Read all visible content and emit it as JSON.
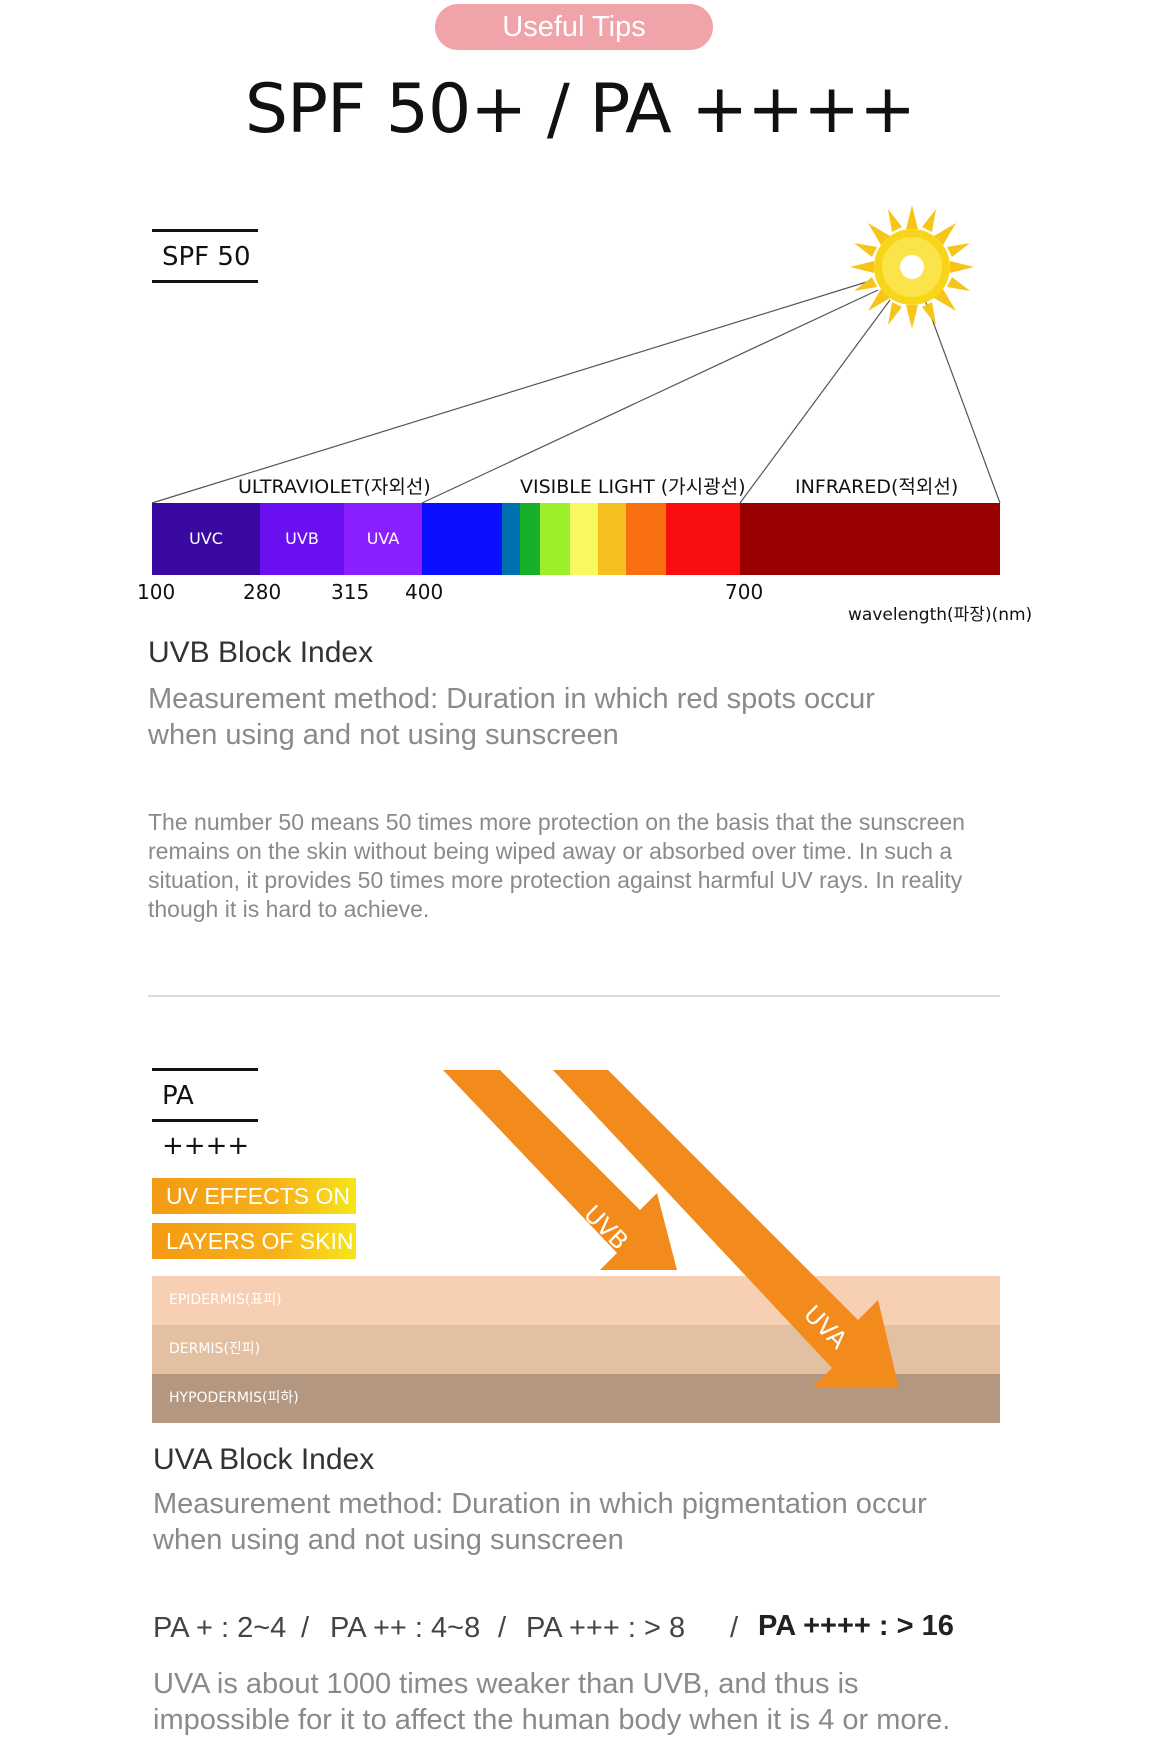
{
  "header": {
    "badge": "Useful Tips",
    "title": "SPF 50+ / PA ++++"
  },
  "spf": {
    "label": "SPF 50",
    "spectrum": {
      "group_labels": [
        "ULTRAVIOLET(자외선)",
        "VISIBLE LIGHT (가시광선)",
        "INFRARED(적외선)"
      ],
      "bands": [
        "UVC",
        "UVB",
        "UVA"
      ],
      "ticks": [
        "100",
        "280",
        "315",
        "400",
        "700"
      ],
      "axis_label": "wavelength(파장)(nm)"
    },
    "heading": "UVB Block Index",
    "method_line1": "Measurement method: Duration in which red spots occur",
    "method_line2": "when using and not using sunscreen",
    "body_lines": [
      "The number 50 means 50 times more protection on the basis that the sunscreen",
      "remains on the skin without being wiped away or absorbed over time. In such a",
      "situation, it provides 50 times more protection against harmful UV rays. In reality",
      "though it is hard to achieve."
    ]
  },
  "pa": {
    "label": "PA ++++",
    "tag_line1": "UV EFFECTS ON",
    "tag_line2": "LAYERS OF SKIN",
    "layers": [
      "EPIDERMIS(표피)",
      "DERMIS(진피)",
      "HYPODERMIS(피하)"
    ],
    "arrows": [
      "UVB",
      "UVA"
    ],
    "heading": "UVA Block Index",
    "method_line1": "Measurement method: Duration in which pigmentation occur",
    "method_line2": "when using and not using sunscreen",
    "grades": [
      "PA + : 2~4",
      "PA ++ : 4~8",
      "PA +++ : > 8",
      "PA ++++ : > 16"
    ],
    "grade_sep": "/",
    "note_line1": "UVA is about 1000 times weaker than UVB, and thus is",
    "note_line2": "impossible for it to affect the human body when it is 4 or more."
  },
  "colors": {
    "badge": "#f0a3a8",
    "uvc": "#3a0aa0",
    "uvb": "#6a10f0",
    "uva": "#8a20ff",
    "infrared": "#990000",
    "arrow": "#f38a1c",
    "epidermis": "#f7cfb2",
    "dermis": "#e4c0a2",
    "hypodermis": "#b39780"
  }
}
